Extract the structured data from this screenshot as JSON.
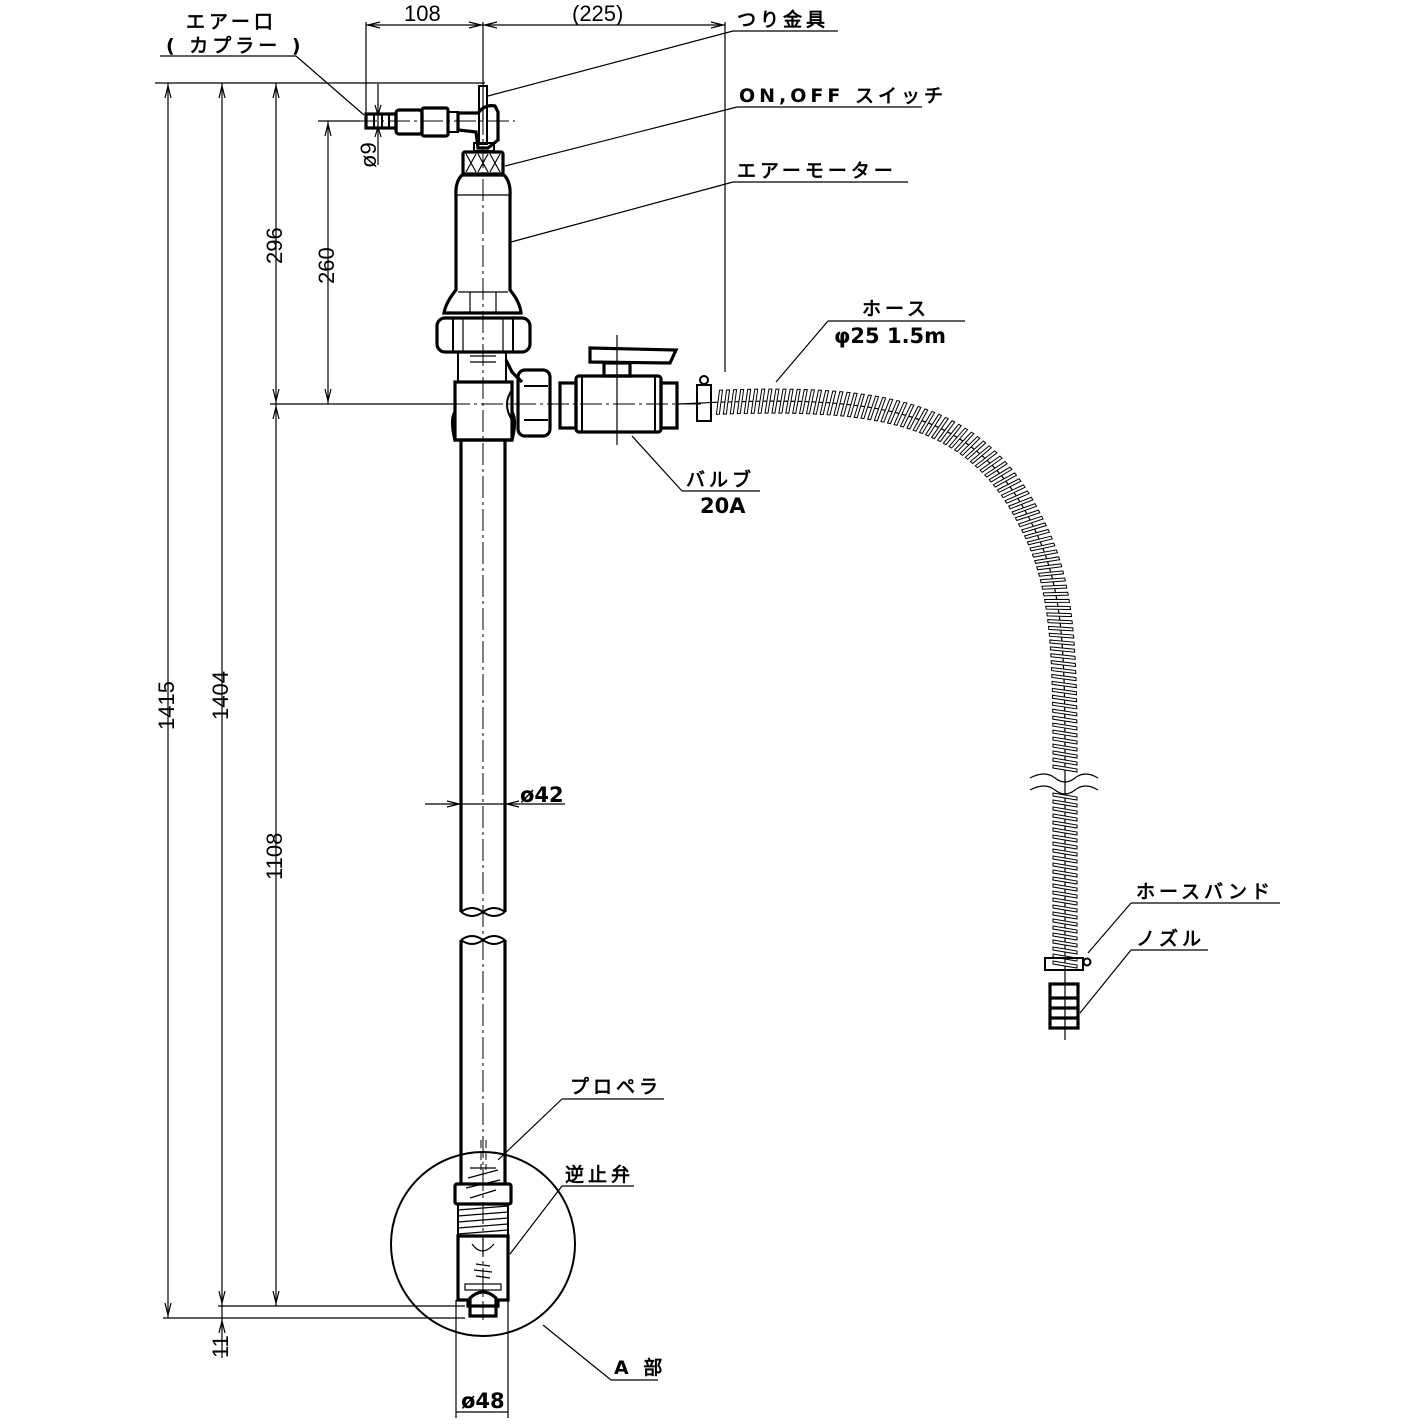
{
  "drawing": {
    "title": "Air-driven drum pump assembly drawing",
    "labels": {
      "air_inlet": "エアー口",
      "air_inlet_sub": "( カプラー )",
      "hanger": "つり金具",
      "switch": "ON,OFF スイッチ",
      "air_motor": "エアーモーター",
      "hose": "ホース",
      "hose_spec": "φ25 1.5m",
      "valve": "バルブ",
      "valve_spec": "20A",
      "hose_band": "ホースバンド",
      "nozzle": "ノズル",
      "propeller": "プロペラ",
      "check_valve": "逆止弁",
      "detail_a": "A 部"
    },
    "dimensions": {
      "air_inlet_offset": "108",
      "hanger_to_outlet": "(225)",
      "coupler_diameter": "ø9",
      "top_to_outlet": "296",
      "motor_to_outlet": "260",
      "overall_length": "1415",
      "pump_length": "1404",
      "tube_length": "1108",
      "bottom_offset": "11",
      "tube_diameter": "ø42",
      "foot_diameter": "ø48"
    }
  }
}
